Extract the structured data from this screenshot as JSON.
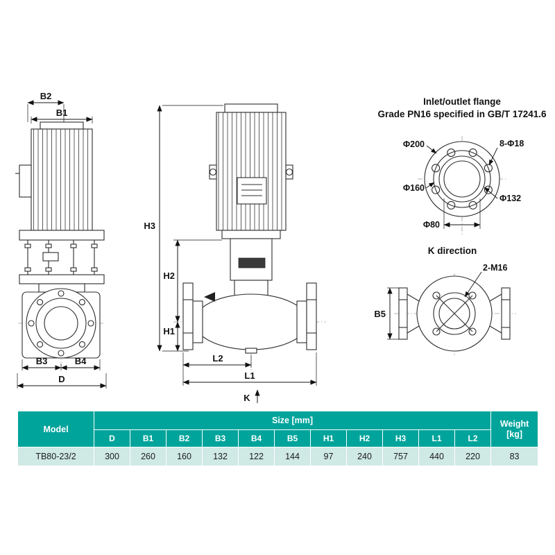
{
  "flange_detail": {
    "title_line1": "Inlet/outlet flange",
    "title_line2": "Grade PN16 specified in GB/T 17241.6",
    "label_d200": "Φ200",
    "label_holes": "8-Φ18",
    "label_d160": "Φ160",
    "label_d132": "Φ132",
    "label_d80": "Φ80"
  },
  "k_view": {
    "title": "K direction",
    "label_bolts": "2-M16",
    "label_b5": "B5"
  },
  "side_view": {
    "b1": "B1",
    "b2": "B2",
    "b3": "B3",
    "b4": "B4",
    "d": "D"
  },
  "front_view": {
    "h1": "H1",
    "h2": "H2",
    "h3": "H3",
    "l1": "L1",
    "l2": "L2",
    "k": "K"
  },
  "table": {
    "model_header": "Model",
    "size_header": "Size [mm]",
    "weight_header": "Weight [kg]",
    "columns": [
      "D",
      "B1",
      "B2",
      "B3",
      "B4",
      "B5",
      "H1",
      "H2",
      "H3",
      "L1",
      "L2"
    ],
    "row": {
      "model": "TB80-23/2",
      "values": [
        "300",
        "260",
        "160",
        "132",
        "122",
        "144",
        "97",
        "240",
        "757",
        "440",
        "220"
      ],
      "weight": "83"
    }
  },
  "colors": {
    "header_teal": "#00a49b",
    "row_tint": "#cfe9e5"
  }
}
